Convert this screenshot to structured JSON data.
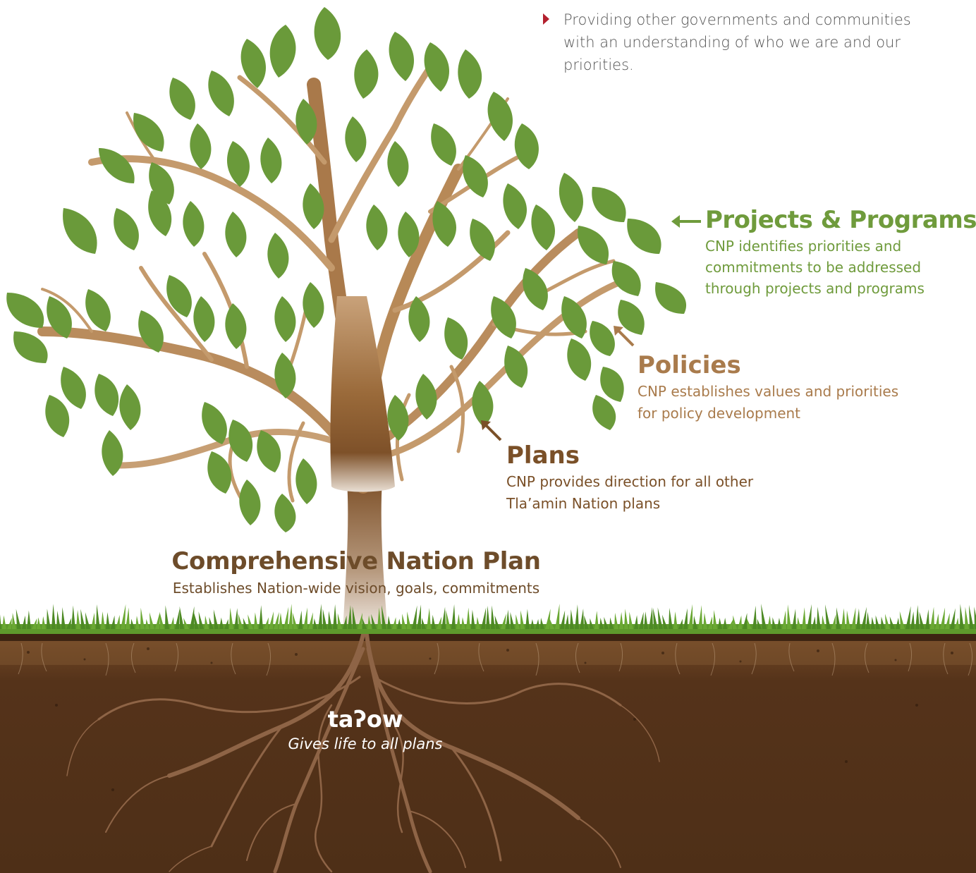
{
  "bullet": {
    "text": "Providing other governments and communities with an understanding of who we are and our priorities."
  },
  "labels": {
    "projects": {
      "title": "Projects & Programs",
      "desc": "CNP identifies priorities and commitments to be addressed through projects and programs"
    },
    "policies": {
      "title": "Policies",
      "desc": "CNP establishes values and priorities for policy development"
    },
    "plans": {
      "title": "Plans",
      "desc": "CNP provides direction for all other Tla’amin Nation plans"
    },
    "cnp": {
      "title": "Comprehensive Nation Plan",
      "desc": "Establishes Nation-wide vision, goals, commitments"
    },
    "roots": {
      "title": "taʔow",
      "desc": "Gives life to all plans"
    }
  },
  "colors": {
    "leaf": "#6a9a3a",
    "branch": "#c49a6c",
    "trunk": "#8a5a2b",
    "soil": "#55331a",
    "soil_top": "#6e4524",
    "grass": "#5e9a2c",
    "projects": "#6f9b3c",
    "policies": "#a97b4c",
    "plans": "#7a5028",
    "cnp": "#6d4c2a",
    "bullet": "#b3202e"
  },
  "icons": [
    "bullet-triangle-icon",
    "arrow-left-icon",
    "arrow-up-left-icon",
    "tree-illustration",
    "leaf-icon",
    "grass-icon",
    "roots-icon"
  ]
}
